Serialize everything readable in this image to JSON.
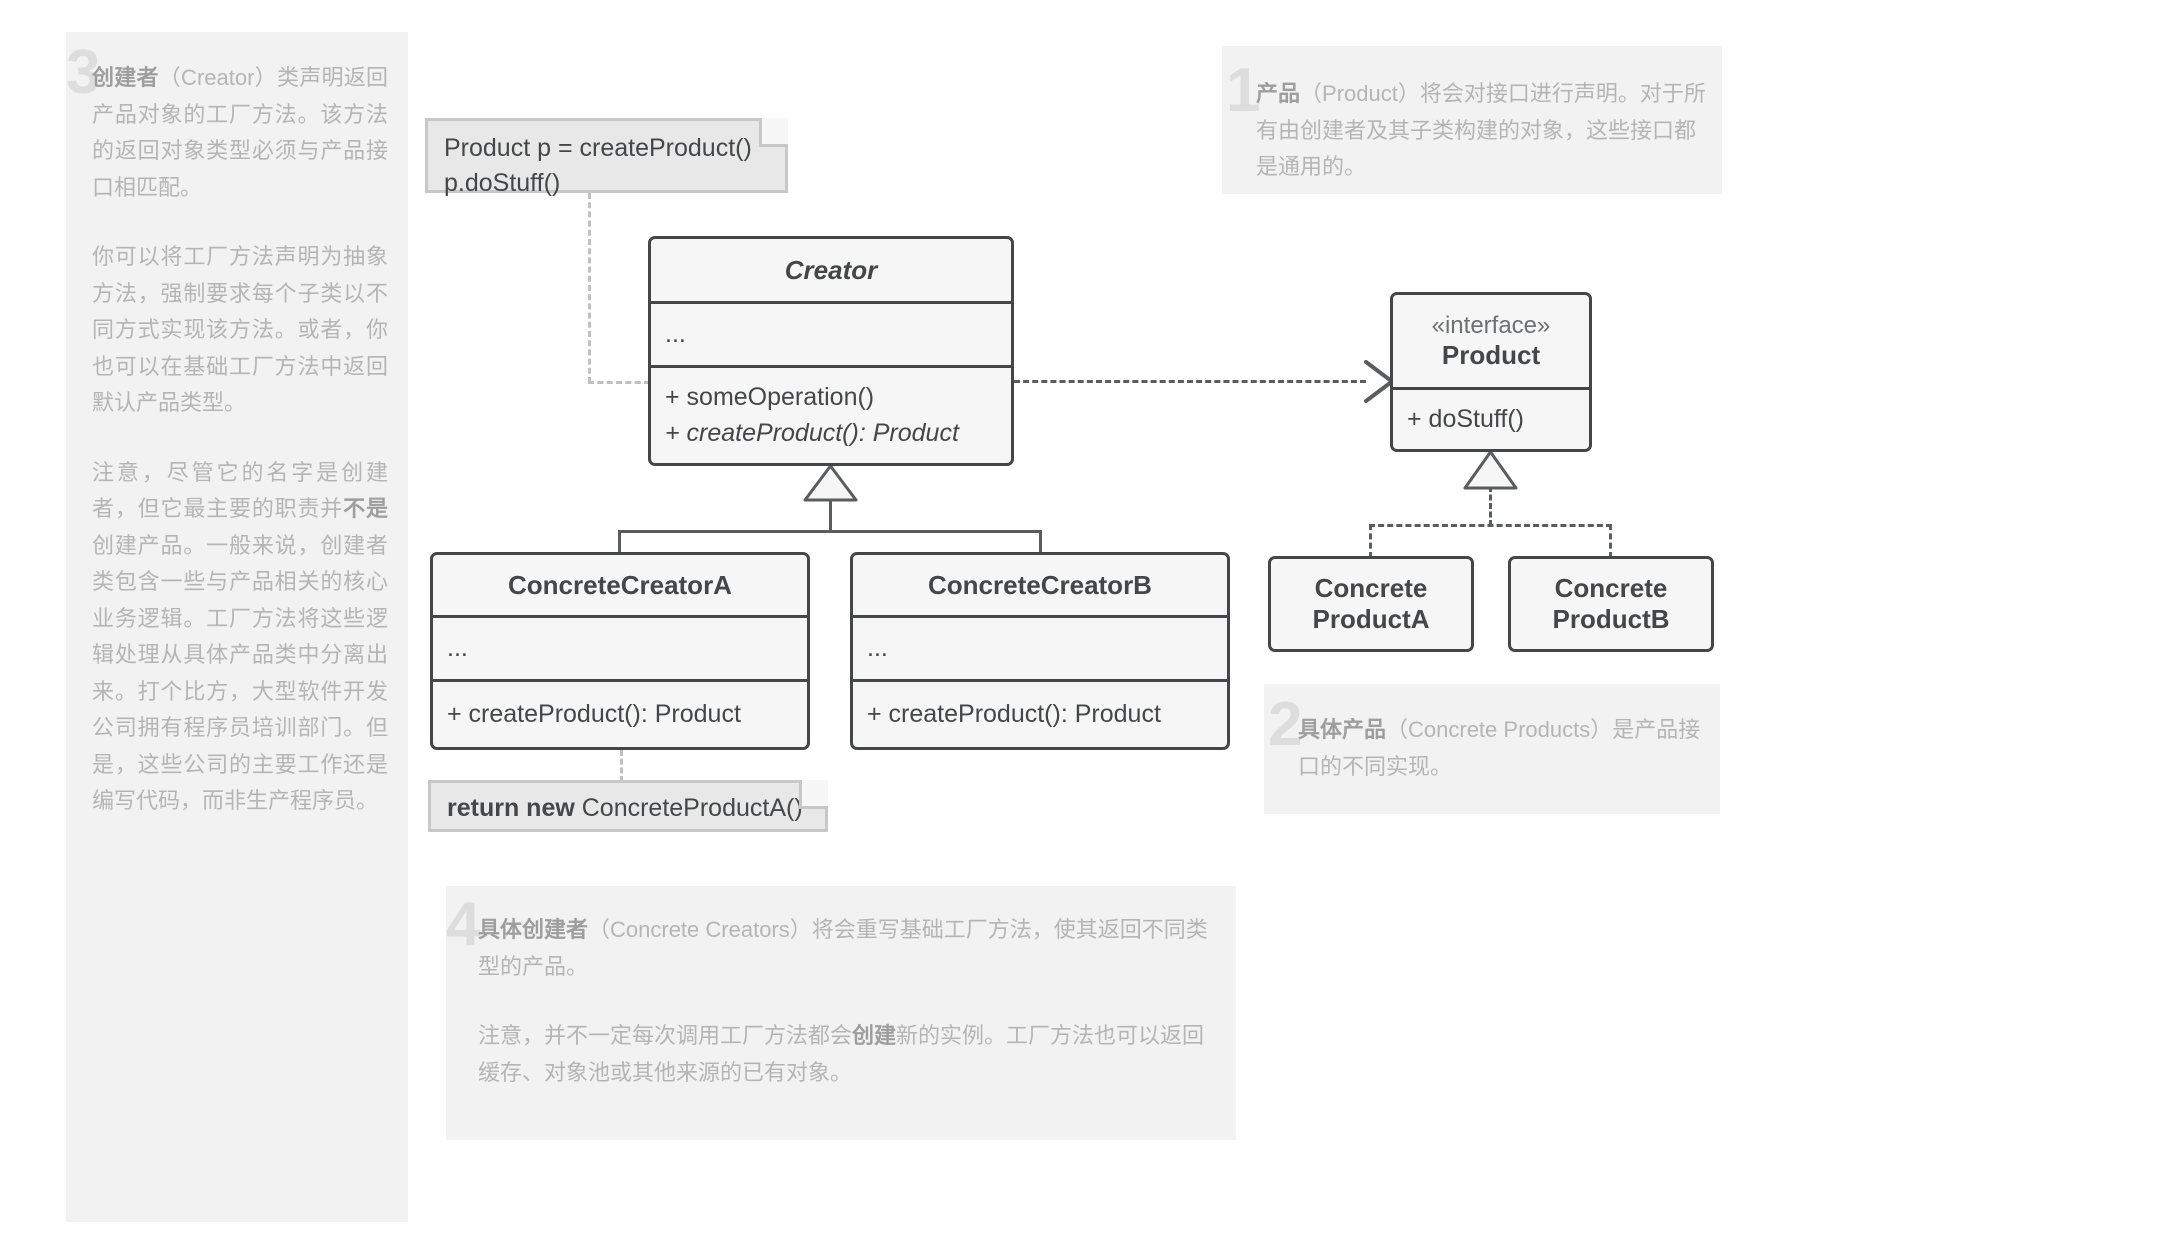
{
  "diagram": {
    "title": "Factory Method (工厂方法) UML 结构图",
    "colors": {
      "box_border": "#444648",
      "box_fill": "#f6f6f6",
      "note_fill": "#e8e8e8",
      "note_border": "#c8c8c8",
      "annotation_fill": "#f2f2f2",
      "annotation_text": "#b5b5b5",
      "annotation_number": "#dddddd",
      "connector": "#5a5c5e"
    }
  },
  "annotations": {
    "product": {
      "number": "1",
      "term": "产品",
      "text": "（Product）将会对接口进行声明。对于所有由创建者及其子类构建的对象，这些接口都是通用的。"
    },
    "concrete_products": {
      "number": "2",
      "term": "具体产品",
      "text": "（Concrete Products）是产品接口的不同实现。"
    },
    "creator": {
      "number": "3",
      "term": "创建者",
      "para1": "（Creator）类声明返回产品对象的工厂方法。该方法的返回对象类型必须与产品接口相匹配。",
      "para2": "你可以将工厂方法声明为抽象方法，强制要求每个子类以不同方式实现该方法。或者，你也可以在基础工厂方法中返回默认产品类型。",
      "para3_a": "注意，尽管它的名字是创建者，但它最主要的职责并",
      "para3_bold": "不是",
      "para3_b": "创建产品。一般来说，创建者类包含一些与产品相关的核心业务逻辑。工厂方法将这些逻辑处理从具体产品类中分离出来。打个比方，大型软件开发公司拥有程序员培训部门。但是，这些公司的主要工作还是编写代码，而非生产程序员。"
    },
    "concrete_creators": {
      "number": "4",
      "term": "具体创建者",
      "para1": "（Concrete Creators）将会重写基础工厂方法，使其返回不同类型的产品。",
      "para2_a": "注意，并不一定每次调用工厂方法都会",
      "para2_bold": "创建",
      "para2_b": "新的实例。工厂方法也可以返回缓存、对象池或其他来源的已有对象。"
    }
  },
  "notes": {
    "top": {
      "line1": "Product p = createProduct()",
      "line2": "p.doStuff()"
    },
    "bottom": {
      "keyword": "return new",
      "rest": " ConcreteProductA()"
    }
  },
  "classes": {
    "creator": {
      "name": "Creator",
      "attributes": "...",
      "operations": [
        "+ someOperation()",
        "+ createProduct(): Product"
      ]
    },
    "product": {
      "stereotype": "«interface»",
      "name": "Product",
      "operations": [
        "+ doStuff()"
      ]
    },
    "concrete_creator_a": {
      "name": "ConcreteCreatorA",
      "attributes": "...",
      "operations": [
        "+ createProduct(): Product"
      ]
    },
    "concrete_creator_b": {
      "name": "ConcreteCreatorB",
      "attributes": "...",
      "operations": [
        "+ createProduct(): Product"
      ]
    },
    "concrete_product_a": {
      "line1": "Concrete",
      "line2": "ProductA"
    },
    "concrete_product_b": {
      "line1": "Concrete",
      "line2": "ProductB"
    }
  }
}
